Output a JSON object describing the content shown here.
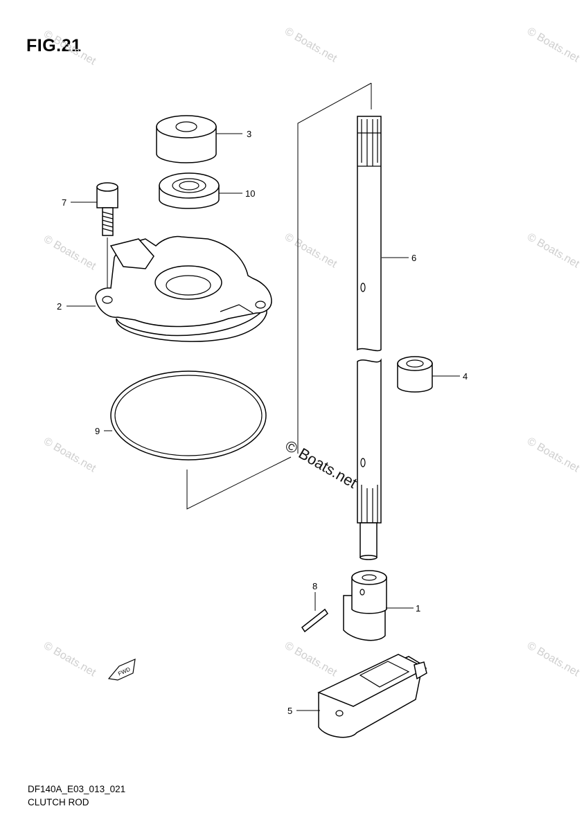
{
  "figure": {
    "title": "FIG.21"
  },
  "footer": {
    "code": "DF140A_E03_013_021",
    "name": "CLUTCH ROD"
  },
  "callouts": [
    "1",
    "2",
    "3",
    "4",
    "5",
    "6",
    "7",
    "8",
    "9",
    "10"
  ],
  "fwd_label": "FWD",
  "watermark": {
    "text": "© Boats.net"
  }
}
